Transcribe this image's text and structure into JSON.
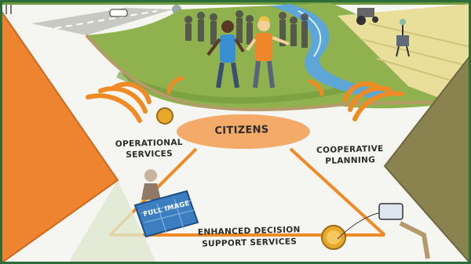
{
  "colors": {
    "frame_green": "#2e6b3a",
    "accent_orange": "#f08a24",
    "accent_olive": "#8a8350",
    "field_green": "#7ea24a",
    "sketch_white": "#f4f4f0",
    "ink": "#2a2a2a"
  },
  "scene": {
    "center_label": "CITIZENS",
    "left_label": [
      "OPERATIONAL",
      "SERVICES"
    ],
    "right_label": [
      "COOPERATIVE",
      "PLANNING"
    ],
    "bottom_label": [
      "ENHANCED DECISION",
      "SUPPORT SERVICES"
    ],
    "map_label": "FULL IMAGE"
  },
  "icons": [
    "left-orange-chevron",
    "right-olive-chevron",
    "signal-waves-icon",
    "satellite-dish-icon",
    "tractor-icon",
    "coin-icon",
    "tablet-icon"
  ]
}
